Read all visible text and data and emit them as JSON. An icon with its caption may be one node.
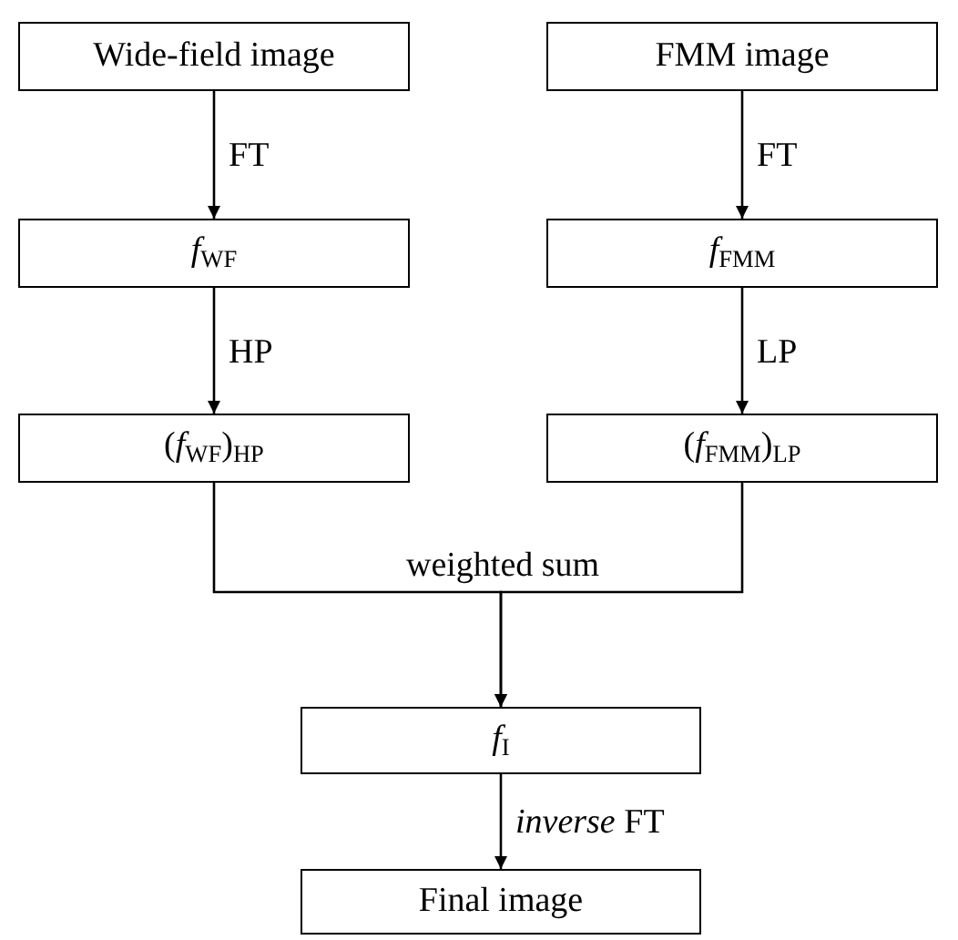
{
  "diagram": {
    "nodes": [
      {
        "text": [
          "Wide-field image"
        ]
      },
      {
        "text": [
          "FMM image"
        ]
      },
      {
        "text": [
          "*f*$_{WF}$"
        ]
      },
      {
        "text": [
          "*f*$_{FMM}$"
        ]
      },
      {
        "text": [
          "(*f*$_{WF}$)$_{HP}$"
        ]
      },
      {
        "text": [
          "(*f*$_{FMM}$)$_{LP}$"
        ]
      },
      {
        "text": [
          "*f*$_{I}$"
        ]
      },
      {
        "text": [
          "Final image"
        ]
      }
    ],
    "edges": [
      {
        "from": 0,
        "to": 2,
        "arrow": "to",
        "label": "FT"
      },
      {
        "from": 1,
        "to": 3,
        "arrow": "to",
        "label": "FT"
      },
      {
        "from": 2,
        "to": 4,
        "arrow": "to",
        "label": "HP"
      },
      {
        "from": 3,
        "to": 5,
        "arrow": "to",
        "label": "LP"
      },
      {
        "from": 4,
        "to": 6,
        "arrow": "to",
        "label": "weighted sum"
      },
      {
        "from": 5,
        "to": 6,
        "arrow": "to"
      },
      {
        "from": 6,
        "to": 7,
        "arrow": "to",
        "label": "*inverse* FT"
      }
    ]
  }
}
